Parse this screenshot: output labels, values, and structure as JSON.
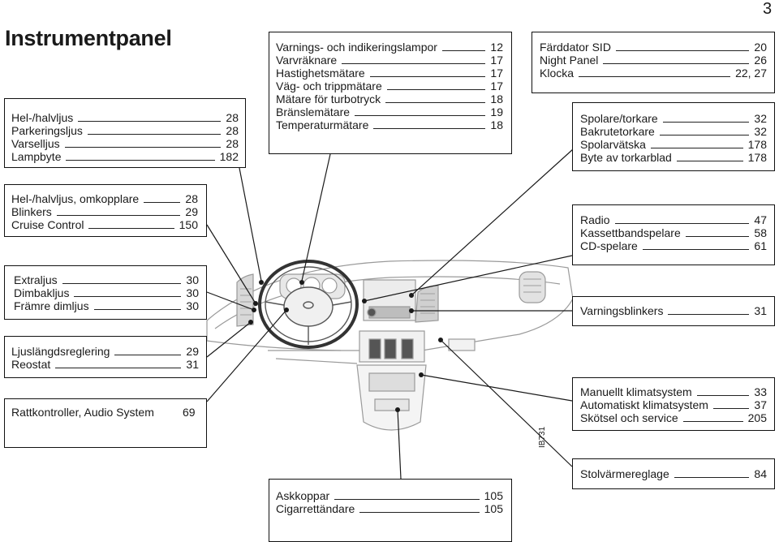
{
  "page_number": "3",
  "title": "Instrumentpanel",
  "figure_code": "IB731",
  "lights_box": [
    {
      "label": "Hel-/halvljus",
      "page": "28"
    },
    {
      "label": "Parkeringsljus",
      "page": "28"
    },
    {
      "label": "Varselljus",
      "page": "28"
    },
    {
      "label": "Lampbyte",
      "page": "182"
    }
  ],
  "gauges_box": [
    {
      "label": "Varnings- och indikeringslampor",
      "page": "12"
    },
    {
      "label": "Varvräknare",
      "page": "17"
    },
    {
      "label": "Hastighetsmätare",
      "page": "17"
    },
    {
      "label": "Väg- och trippmätare",
      "page": "17"
    },
    {
      "label": "Mätare för turbotryck",
      "page": "18"
    },
    {
      "label": "Bränslemätare",
      "page": "19"
    },
    {
      "label": "Temperaturmätare",
      "page": "18"
    }
  ],
  "sid_box": [
    {
      "label": "Färddator SID",
      "page": "20"
    },
    {
      "label": "Night Panel",
      "page": "26"
    },
    {
      "label": "Klocka",
      "page": "22, 27"
    },
    {
      "label": "Spolare/torkare",
      "page": "32"
    },
    {
      "label": "Bakrutetorkare",
      "page": "32"
    },
    {
      "label": "Spolarvätska",
      "page": "178"
    },
    {
      "label": "Byte av torkarblad",
      "page": "178"
    }
  ],
  "switch_box": [
    {
      "label": "Hel-/halvljus, omkopplare",
      "page": "28"
    },
    {
      "label": "Blinkers",
      "page": "29"
    },
    {
      "label": "Cruise Control",
      "page": "150"
    }
  ],
  "audio_box": [
    {
      "label": "Radio",
      "page": "47"
    },
    {
      "label": "Kassettbandspelare",
      "page": "58"
    },
    {
      "label": "CD-spelare",
      "page": "61"
    }
  ],
  "extra_box": [
    {
      "label": "Extraljus",
      "page": "30"
    },
    {
      "label": "Dimbakljus",
      "page": "30"
    },
    {
      "label": "Främre dimljus",
      "page": "30"
    }
  ],
  "hazard_box": [
    {
      "label": "Varningsblinkers",
      "page": "31"
    }
  ],
  "level_box": [
    {
      "label": "Ljuslängdsreglering",
      "page": "29"
    },
    {
      "label": "Reostat",
      "page": "31"
    }
  ],
  "steering_box": {
    "label": "Rattkontroller, Audio System",
    "page": "69"
  },
  "climate_box": [
    {
      "label": "Manuellt klimatsystem",
      "page": "33"
    },
    {
      "label": "Automatiskt klimatsystem",
      "page": "37"
    },
    {
      "label": "Skötsel och service",
      "page": "205"
    }
  ],
  "seat_box": [
    {
      "label": "Stolvärmereglage",
      "page": "84"
    }
  ],
  "ashtray_box": [
    {
      "label": "Askkoppar",
      "page": "105"
    },
    {
      "label": "Cigarrettändare",
      "page": "105"
    }
  ]
}
